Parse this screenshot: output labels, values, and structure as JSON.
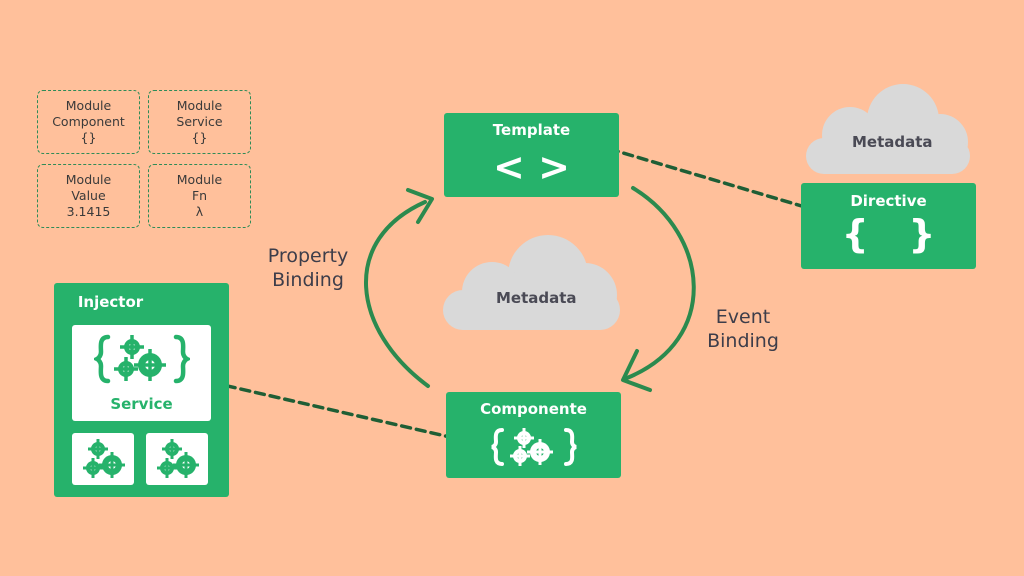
{
  "modules": [
    {
      "id": "component",
      "lines": [
        "Module",
        "Component",
        "{}"
      ]
    },
    {
      "id": "service",
      "lines": [
        "Module",
        "Service",
        "{}"
      ]
    },
    {
      "id": "value",
      "lines": [
        "Module",
        "Value",
        "3.1415"
      ]
    },
    {
      "id": "fn",
      "lines": [
        "Module",
        "Fn",
        "λ"
      ]
    }
  ],
  "template": {
    "title": "Template",
    "glyph": "< >"
  },
  "componente": {
    "title": "Componente"
  },
  "directive": {
    "title": "Directive",
    "glyph": "{   }"
  },
  "injector": {
    "title": "Injector",
    "service_label": "Service"
  },
  "metadata_center": "Metadata",
  "metadata_top": "Metadata",
  "property_binding": [
    "Property",
    "Binding"
  ],
  "event_binding": [
    "Event",
    "Binding"
  ],
  "colors": {
    "background": "#FFC09B",
    "green": "#26B26B",
    "dark_green": "#1F7A45",
    "cloud": "#D9D9D9"
  }
}
